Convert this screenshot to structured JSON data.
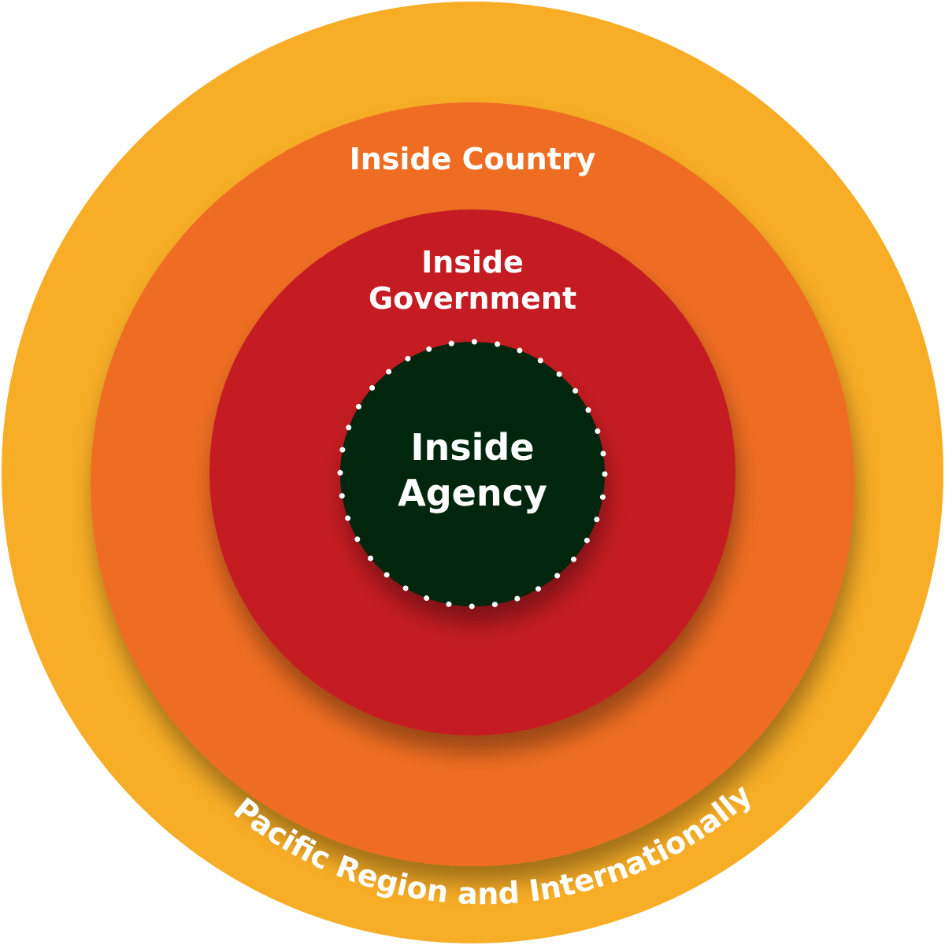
{
  "rings": [
    {
      "id": "pacific",
      "label": "Pacific Region and Internationally",
      "color": "#F8AD26"
    },
    {
      "id": "country",
      "label": "Inside Country",
      "color": "#EE6D21"
    },
    {
      "id": "government",
      "label_lines": [
        "Inside",
        "Government"
      ],
      "color": "#C41C22"
    },
    {
      "id": "agency",
      "label_lines": [
        "Inside",
        "Agency"
      ],
      "color": "#002509"
    }
  ],
  "dot_color": "#ffffff"
}
